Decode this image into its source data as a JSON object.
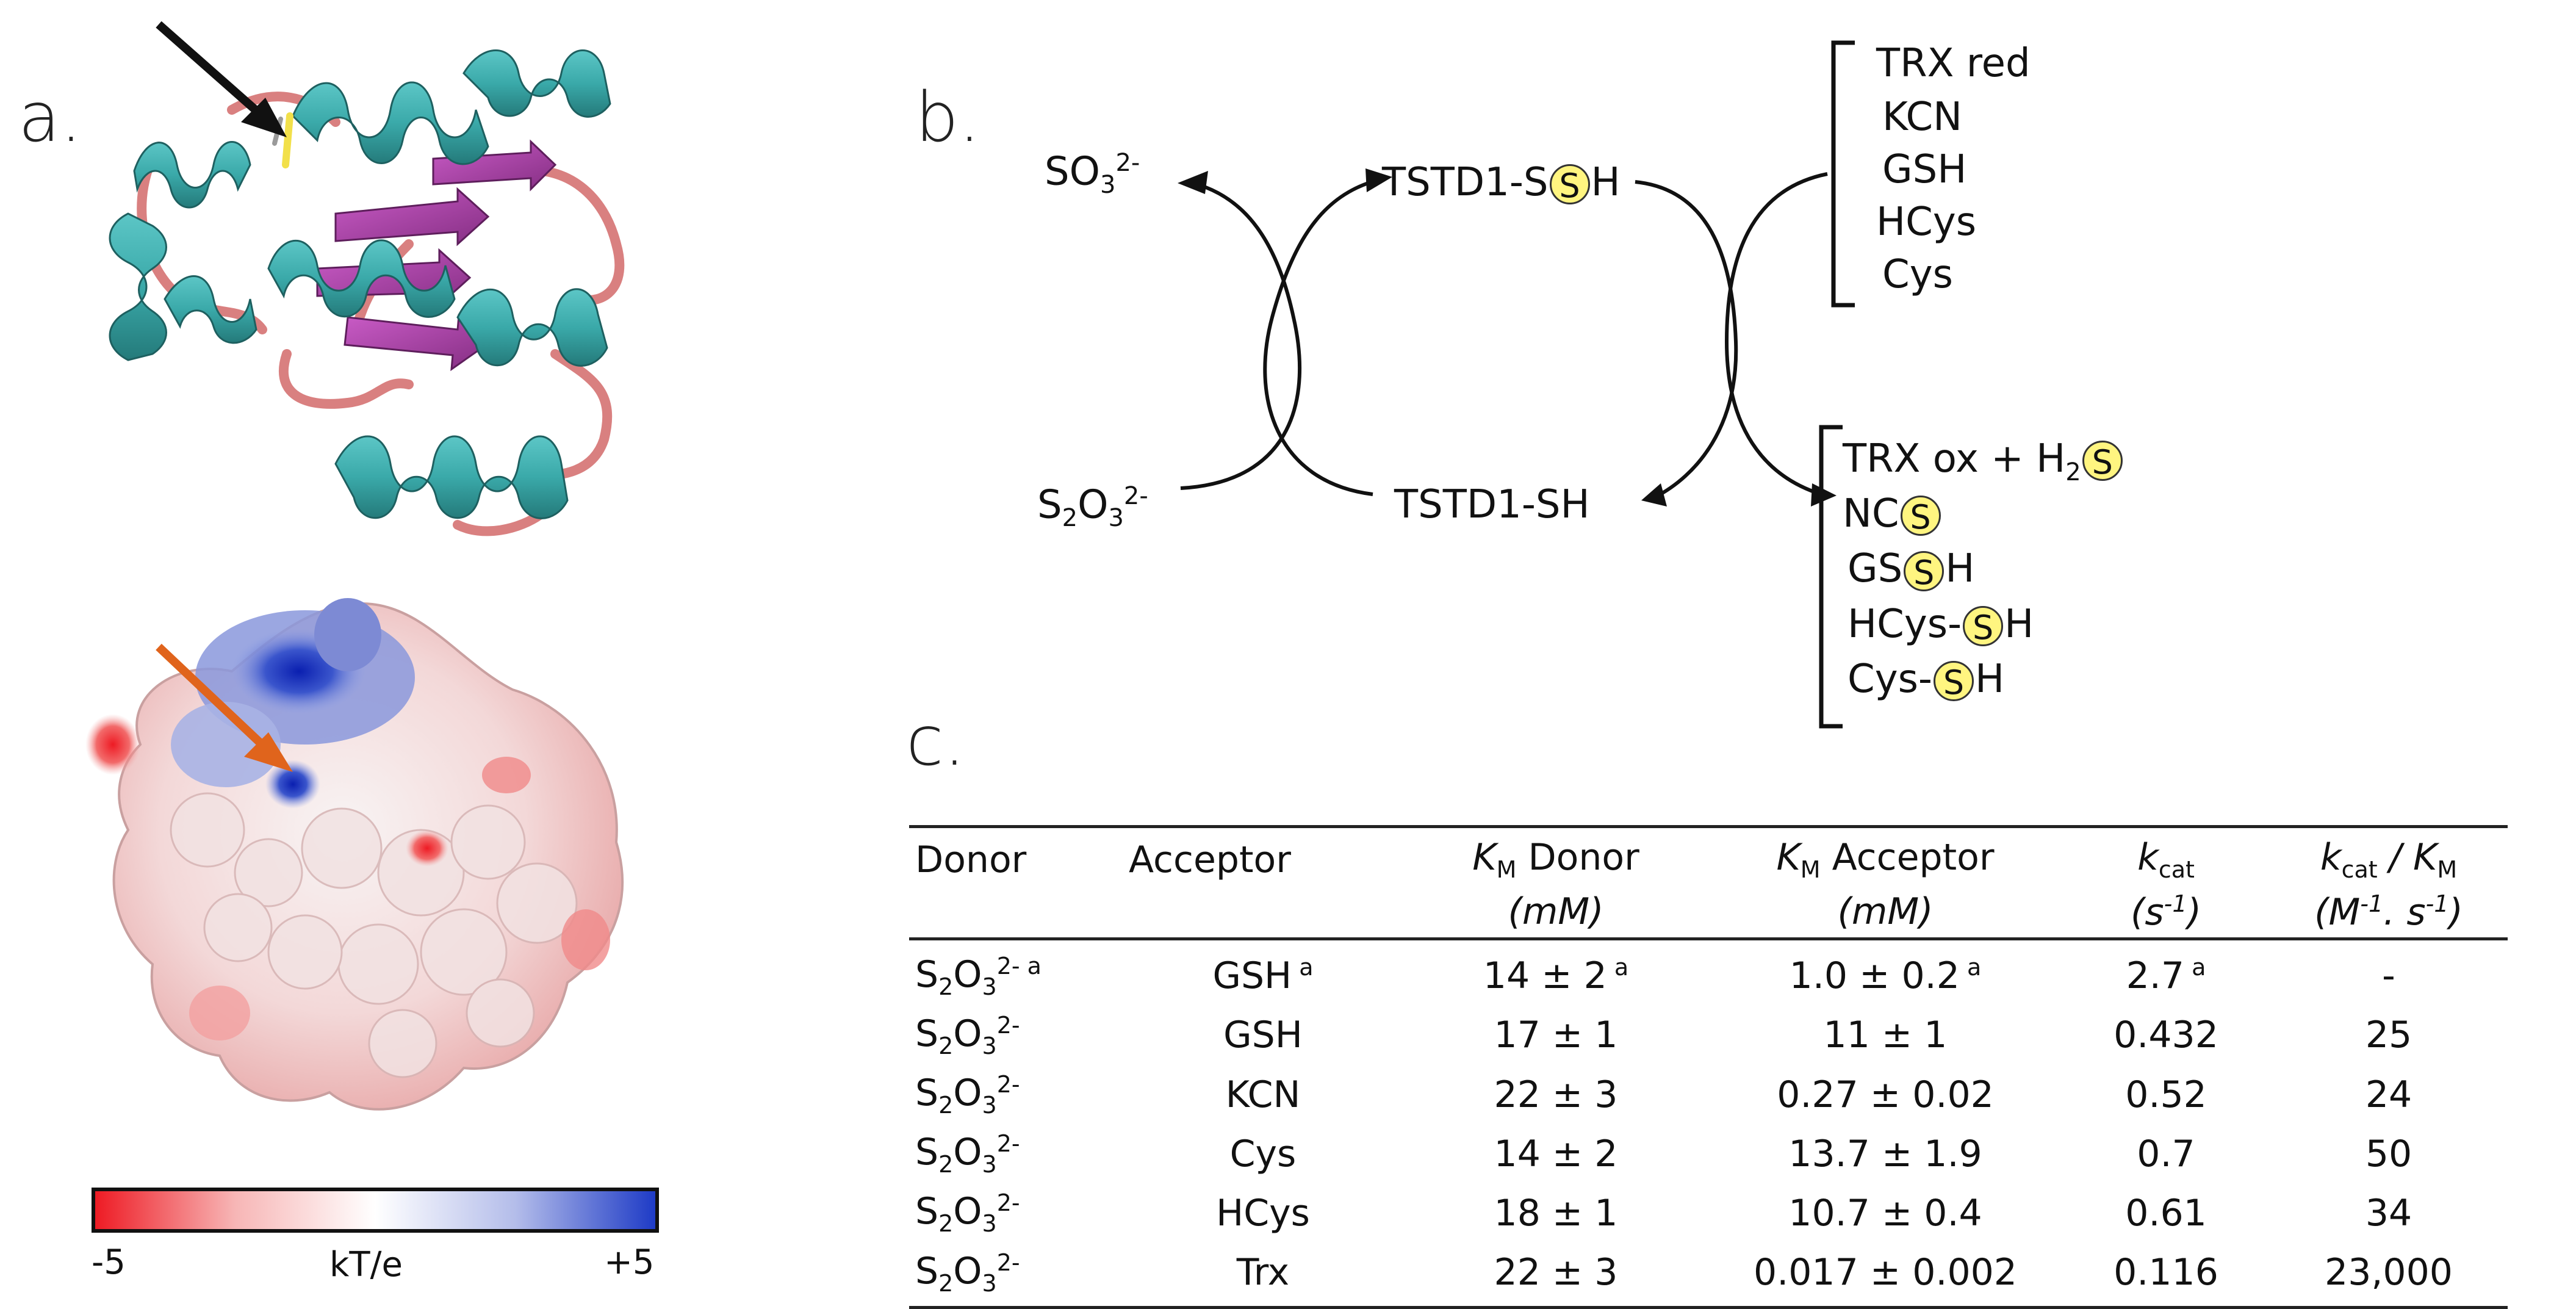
{
  "panels": {
    "a": "a.",
    "b": "b.",
    "c": "c."
  },
  "colors": {
    "helix": "#3aa9a9",
    "sheet": "#a63aa3",
    "loop": "#d98080",
    "arrow_black": "#111111",
    "arrow_orange": "#e0641c",
    "neg": "#ee1b24",
    "pos": "#1e3bc6",
    "badge": "#fff580"
  },
  "scale_bar": {
    "min_label": "-5",
    "unit_label": "kT/e",
    "max_label": "+5"
  },
  "scheme": {
    "sulfite": {
      "base": "SO",
      "sub": "3",
      "sup": "2-"
    },
    "thiosulfate": {
      "base": "S",
      "sub1": "2",
      "mid": "O",
      "sub2": "3",
      "sup": "2-"
    },
    "persulfide": {
      "prefix": "TSTD1-S",
      "badge": "S",
      "suffix": "H"
    },
    "thiol": "TSTD1-SH",
    "acceptors": [
      "TRX red",
      "KCN",
      "GSH",
      "HCys",
      "Cys"
    ],
    "products": [
      {
        "prefix": "TRX ox + H",
        "sub": "2",
        "badge": "S",
        "suffix": ""
      },
      {
        "prefix": "NC",
        "sub": "",
        "badge": "S",
        "suffix": ""
      },
      {
        "prefix": "GS",
        "sub": "",
        "badge": "S",
        "suffix": "H"
      },
      {
        "prefix": "HCys-",
        "sub": "",
        "badge": "S",
        "suffix": "H"
      },
      {
        "prefix": "Cys-",
        "sub": "",
        "badge": "S",
        "suffix": "H"
      }
    ]
  },
  "table": {
    "headers": {
      "donor": "Donor",
      "acceptor": "Acceptor",
      "km_donor": {
        "k": "K",
        "sub": "M",
        "rest": " Donor",
        "unit": "(mM)"
      },
      "km_acceptor": {
        "k": "K",
        "sub": "M",
        "rest": " Acceptor",
        "unit": "(mM)"
      },
      "kcat": {
        "k": "k",
        "sub": "cat",
        "unit_a": "(s",
        "unit_sup": "-1",
        "unit_b": ")"
      },
      "kcat_km": {
        "k": "k",
        "sub": "cat",
        "mid": " / K",
        "sub2": "M",
        "unit_a": "(M",
        "unit_sup1": "-1",
        "unit_b": ". s",
        "unit_sup2": "-1",
        "unit_c": ")"
      }
    },
    "footnote_mark": "a",
    "rows": [
      {
        "donor": "S2O32-",
        "acceptor": "GSH",
        "km_donor": "14 ± 2",
        "km_acceptor": "1.0 ± 0.2",
        "kcat": "2.7",
        "kcat_km": "-",
        "note": true
      },
      {
        "donor": "S2O32-",
        "acceptor": "GSH",
        "km_donor": "17 ± 1",
        "km_acceptor": "11 ± 1",
        "kcat": "0.432",
        "kcat_km": "25",
        "note": false
      },
      {
        "donor": "S2O32-",
        "acceptor": "KCN",
        "km_donor": "22 ± 3",
        "km_acceptor": "0.27 ± 0.02",
        "kcat": "0.52",
        "kcat_km": "24",
        "note": false
      },
      {
        "donor": "S2O32-",
        "acceptor": "Cys",
        "km_donor": "14 ± 2",
        "km_acceptor": "13.7 ± 1.9",
        "kcat": "0.7",
        "kcat_km": "50",
        "note": false
      },
      {
        "donor": "S2O32-",
        "acceptor": "HCys",
        "km_donor": "18 ± 1",
        "km_acceptor": "10.7 ± 0.4",
        "kcat": "0.61",
        "kcat_km": "34",
        "note": false
      },
      {
        "donor": "S2O32-",
        "acceptor": "Trx",
        "km_donor": "22 ± 3",
        "km_acceptor": "0.017 ± 0.002",
        "kcat": "0.116",
        "kcat_km": "23,000",
        "note": false
      }
    ]
  }
}
